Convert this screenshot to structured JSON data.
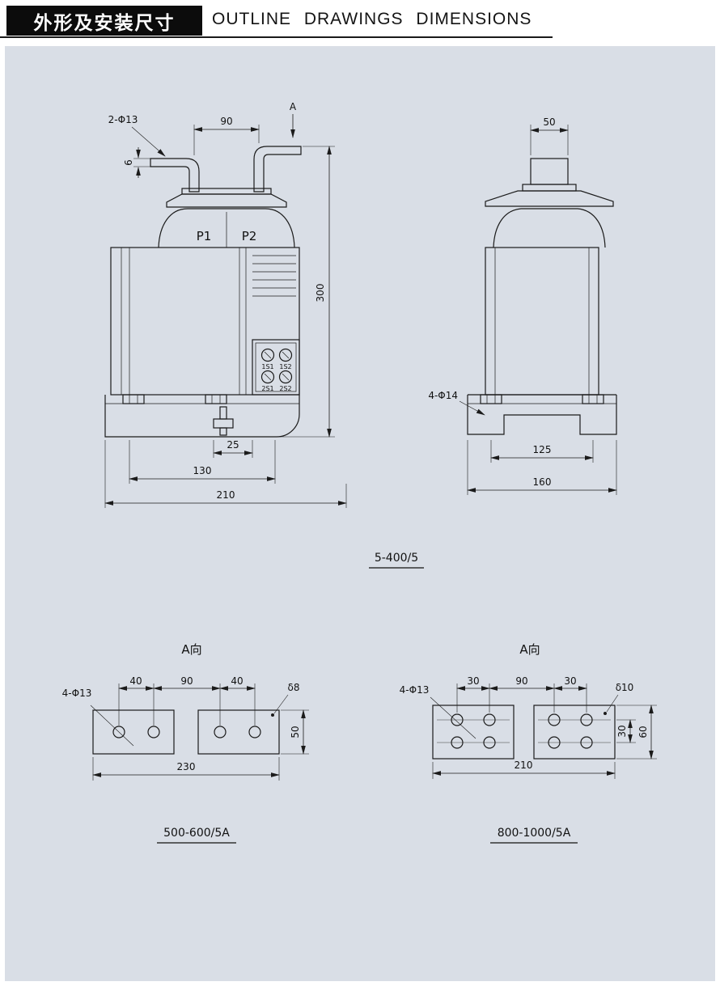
{
  "header": {
    "title_zh": "外形及安装尺寸",
    "title_en": "OUTLINE DRAWINGS DIMENSIONS"
  },
  "front_view": {
    "hole_callout": "2-Φ13",
    "dim_top_span": "90",
    "dim_bar_thickness": "6",
    "section_label": "A",
    "p1": "P1",
    "p2": "P2",
    "terminals": [
      "1S1",
      "1S2",
      "2S1",
      "2S2"
    ],
    "dim_height": "300",
    "dim_stud": "25",
    "dim_base_span": "130",
    "dim_overall": "210"
  },
  "side_view": {
    "dim_top": "50",
    "hole_callout": "4-Φ14",
    "dim_hole_span": "125",
    "dim_overall": "160"
  },
  "model_label": "5-400/5",
  "view_500": {
    "view_label": "A向",
    "hole_callout": "4-Φ13",
    "dim_left": "40",
    "dim_center": "90",
    "dim_right": "40",
    "thickness": "δ8",
    "dim_height": "50",
    "dim_overall": "230",
    "caption": "500-600/5A"
  },
  "view_800": {
    "view_label": "A向",
    "hole_callout": "4-Φ13",
    "dim_left": "30",
    "dim_center": "90",
    "dim_right": "30",
    "thickness": "δ10",
    "dim_row_gap": "30",
    "dim_height": "60",
    "dim_overall": "210",
    "caption": "800-1000/5A"
  }
}
